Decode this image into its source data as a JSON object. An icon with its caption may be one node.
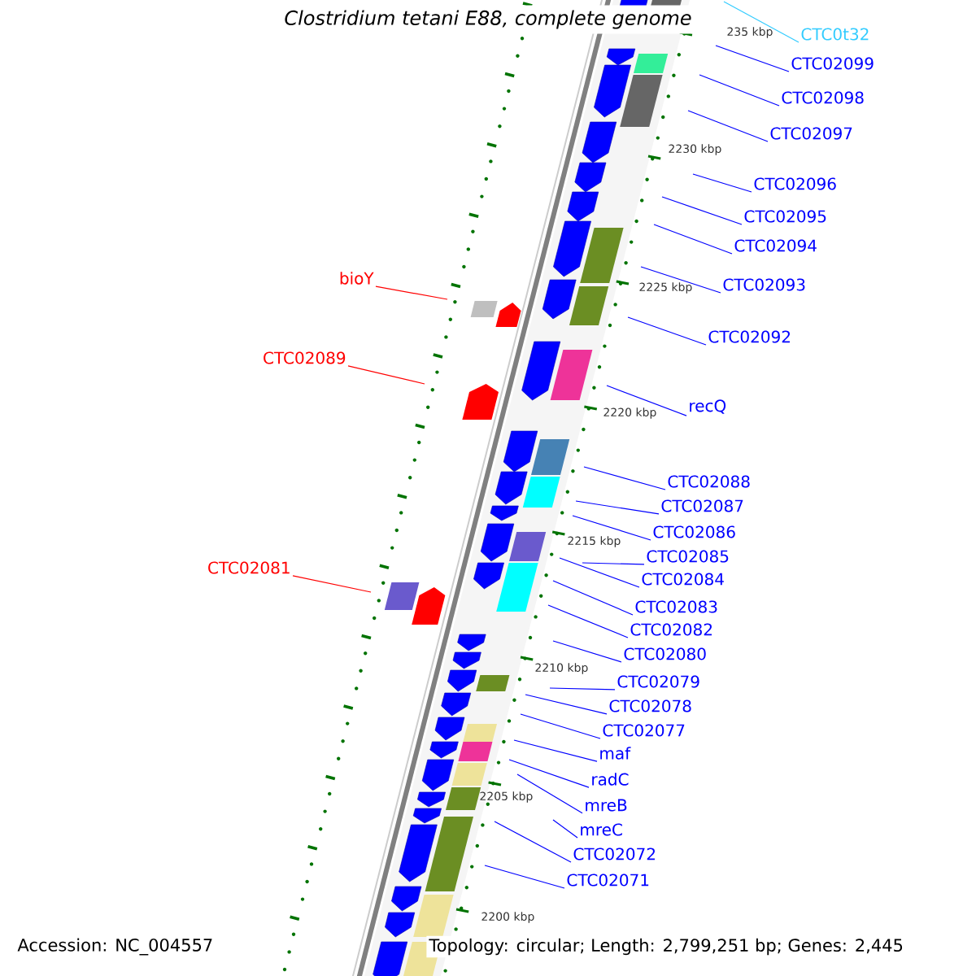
{
  "diagram": {
    "title": "Clostridium tetani E88, complete genome",
    "nodes": [
      {
        "text": [
          "CTC0t32"
        ]
      },
      {
        "text": [
          "CTC02099"
        ]
      },
      {
        "text": [
          "CTC02098"
        ]
      },
      {
        "text": [
          "CTC02097"
        ]
      },
      {
        "text": [
          "CTC02096"
        ]
      },
      {
        "text": [
          "CTC02095"
        ]
      },
      {
        "text": [
          "CTC02094"
        ]
      },
      {
        "text": [
          "bioY"
        ]
      },
      {
        "text": [
          "CTC02093"
        ]
      },
      {
        "text": [
          "CTC02092"
        ]
      },
      {
        "text": [
          "CTC02089"
        ]
      },
      {
        "text": [
          "recQ"
        ]
      },
      {
        "text": [
          "CTC02088"
        ]
      },
      {
        "text": [
          "CTC02087"
        ]
      },
      {
        "text": [
          "CTC02086"
        ]
      },
      {
        "text": [
          "CTC02085"
        ]
      },
      {
        "text": [
          "CTC02081"
        ]
      },
      {
        "text": [
          "CTC02084"
        ]
      },
      {
        "text": [
          "CTC02083"
        ]
      },
      {
        "text": [
          "CTC02082"
        ]
      },
      {
        "text": [
          "CTC02080"
        ]
      },
      {
        "text": [
          "CTC02079"
        ]
      },
      {
        "text": [
          "CTC02078"
        ]
      },
      {
        "text": [
          "CTC02077"
        ]
      },
      {
        "text": [
          "maf"
        ]
      },
      {
        "text": [
          "radC"
        ]
      },
      {
        "text": [
          "mreB"
        ]
      },
      {
        "text": [
          "mreC"
        ]
      },
      {
        "text": [
          "CTC02072"
        ]
      },
      {
        "text": [
          "CTC02071"
        ]
      }
    ],
    "edges": [
      {
        "from": 0,
        "to": null,
        "arrow": "none",
        "color": "#33ccff"
      },
      {
        "from": 1,
        "to": null,
        "arrow": "none"
      },
      {
        "from": 2,
        "to": null,
        "arrow": "none"
      },
      {
        "from": 3,
        "to": null,
        "arrow": "none"
      },
      {
        "from": 4,
        "to": null,
        "arrow": "none"
      },
      {
        "from": 5,
        "to": null,
        "arrow": "none"
      },
      {
        "from": 6,
        "to": null,
        "arrow": "none"
      },
      {
        "from": 7,
        "to": null,
        "arrow": "none",
        "color": "#ff0000"
      },
      {
        "from": 8,
        "to": null,
        "arrow": "none"
      },
      {
        "from": 9,
        "to": null,
        "arrow": "none"
      },
      {
        "from": 10,
        "to": null,
        "arrow": "none",
        "color": "#ff0000"
      },
      {
        "from": 11,
        "to": null,
        "arrow": "none"
      },
      {
        "from": 12,
        "to": null,
        "arrow": "none"
      },
      {
        "from": 13,
        "to": null,
        "arrow": "none"
      },
      {
        "from": 14,
        "to": null,
        "arrow": "none"
      },
      {
        "from": 15,
        "to": null,
        "arrow": "none"
      },
      {
        "from": 16,
        "to": null,
        "arrow": "none",
        "color": "#ff0000"
      },
      {
        "from": 17,
        "to": null,
        "arrow": "none"
      },
      {
        "from": 18,
        "to": null,
        "arrow": "none"
      },
      {
        "from": 19,
        "to": null,
        "arrow": "none"
      },
      {
        "from": 20,
        "to": null,
        "arrow": "none"
      },
      {
        "from": 21,
        "to": null,
        "arrow": "none"
      },
      {
        "from": 22,
        "to": null,
        "arrow": "none"
      },
      {
        "from": 23,
        "to": null,
        "arrow": "none"
      },
      {
        "from": 24,
        "to": null,
        "arrow": "none"
      },
      {
        "from": 25,
        "to": null,
        "arrow": "none"
      },
      {
        "from": 26,
        "to": null,
        "arrow": "none"
      },
      {
        "from": 27,
        "to": null,
        "arrow": "none"
      },
      {
        "from": 28,
        "to": null,
        "arrow": "none"
      },
      {
        "from": 29,
        "to": null,
        "arrow": "none"
      }
    ],
    "labels": [
      "235 kbp",
      "2230 kbp",
      "2225 kbp",
      "2220 kbp",
      "2215 kbp",
      "2210 kbp",
      "2205 kbp",
      "2200 kbp",
      "Accession: NC_004557",
      "Topology: circular; Length: 2,799,251 bp; Genes: 2,445"
    ]
  }
}
